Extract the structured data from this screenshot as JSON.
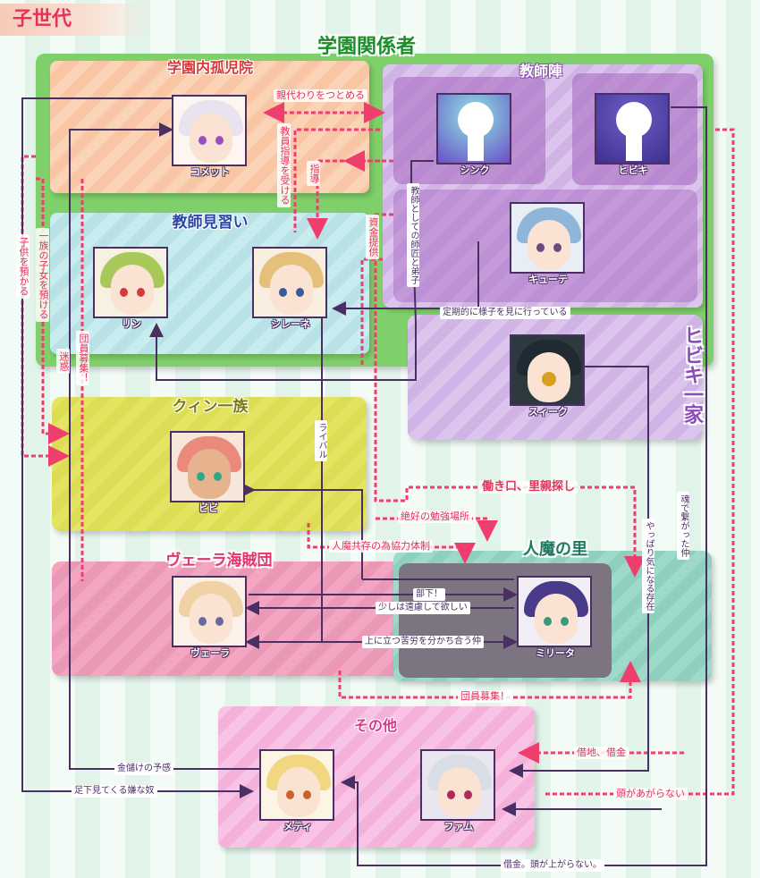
{
  "page": {
    "tag": "子世代"
  },
  "groups": {
    "gakuen": "学園関係者",
    "koji": "学園内孤児院",
    "kyoshi": "教師陣",
    "minarai": "教師見習い",
    "quin": "クィン一族",
    "vera": "ヴェーラ海賊団",
    "jinma": "人魔の里",
    "other": "その他",
    "hibiki": "ヒビキ一家"
  },
  "characters": {
    "comet": {
      "name": "コメット",
      "hair": "#e9e3ef",
      "eye": "#9a4fc0"
    },
    "shink": {
      "name": "シンク",
      "bg": "#8fe6e2",
      "bg2": "#6a4fc8"
    },
    "hibiki": {
      "name": "ヒビキ",
      "bg": "#6f5fc8",
      "bg2": "#3d2f8f"
    },
    "kyute": {
      "name": "キューテ",
      "hair": "#8fb6d8",
      "eye": "#6a4a80"
    },
    "rin": {
      "name": "リン",
      "hair": "#a8c95a",
      "eye": "#d43a3a"
    },
    "sirene": {
      "name": "シレーネ",
      "hair": "#e4c07a",
      "eye": "#3a5a9a"
    },
    "suik": {
      "name": "スィーク",
      "hair": "#1f2a33",
      "eye": "#d8a020"
    },
    "bibi": {
      "name": "ビビ",
      "hair": "#e98a7a",
      "eye": "#2fa88a"
    },
    "vera": {
      "name": "ヴェーラ",
      "hair": "#f0d2a6",
      "eye": "#6a6aa0"
    },
    "mirita": {
      "name": "ミリータ",
      "hair": "#4a3a8a",
      "eye": "#3a9a7a"
    },
    "meti": {
      "name": "メティ",
      "hair": "#f2d680",
      "eye": "#c8642a"
    },
    "famu": {
      "name": "ファム",
      "hair": "#d8dde6",
      "eye": "#b02a5a"
    }
  },
  "relations": {
    "oyagawari": "親代わりをつとめる",
    "kyoin_shido": "教員指導を受ける",
    "shido": "指導",
    "shikin": "資金提供",
    "shisho": "教師としての師匠と弟子",
    "teiki": "定期的に様子を見に行っている",
    "azukeru": "一族の子女を預ける",
    "kodomo": "子供を預かる",
    "meiwaku": "迷惑",
    "danin_left": "団員募集！",
    "rival": "ライバル",
    "hatarakiguchi": "働き口、里親探し",
    "zekko": "絶好の勉強場所",
    "kyoryoku": "人魔共存の為協力体制",
    "buka": "部下！",
    "enryo": "少しは遠慮して欲しい",
    "kuro": "上に立つ苦労を分かち合う仲",
    "danin_bottom": "団員募集！",
    "yappari": "やっぱり気になる存在",
    "tamashii": "魂で繋がった仲",
    "shakkin": "借地、借金",
    "kanemouke": "金儲けの予感",
    "ashimoto": "足下見てくる嫌な奴",
    "atama": "頭があがらない",
    "shakkin2": "借金。頭が上がらない。"
  }
}
